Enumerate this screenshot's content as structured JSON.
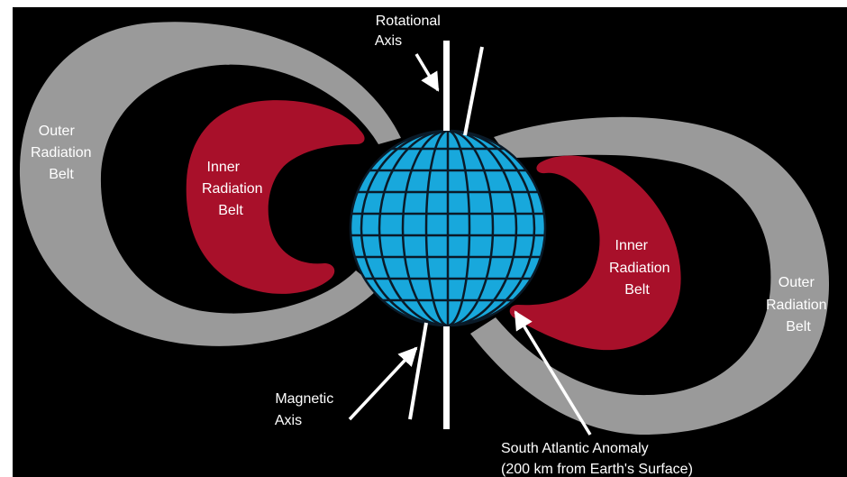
{
  "labels": {
    "rotational_axis": [
      "Rotational",
      "Axis"
    ],
    "outer_belt_left": [
      "Outer",
      "Radiation",
      "Belt"
    ],
    "inner_belt_left": [
      "Inner",
      "Radiation",
      "Belt"
    ],
    "inner_belt_right": [
      "Inner",
      "Radiation",
      "Belt"
    ],
    "outer_belt_right": [
      "Outer",
      "Radiation",
      "Belt"
    ],
    "magnetic_axis": [
      "Magnetic",
      "Axis"
    ],
    "south_atlantic_anomaly": [
      "South Atlantic Anomaly",
      "(200 km from Earth's Surface)"
    ]
  },
  "colors": {
    "background": "#000000",
    "outer_belt": "#9a9a9a",
    "inner_belt": "#a8102a",
    "earth": "#18a8dc",
    "grid_lines": "#0a1a28",
    "axes": "#ffffff",
    "text": "#ffffff"
  }
}
